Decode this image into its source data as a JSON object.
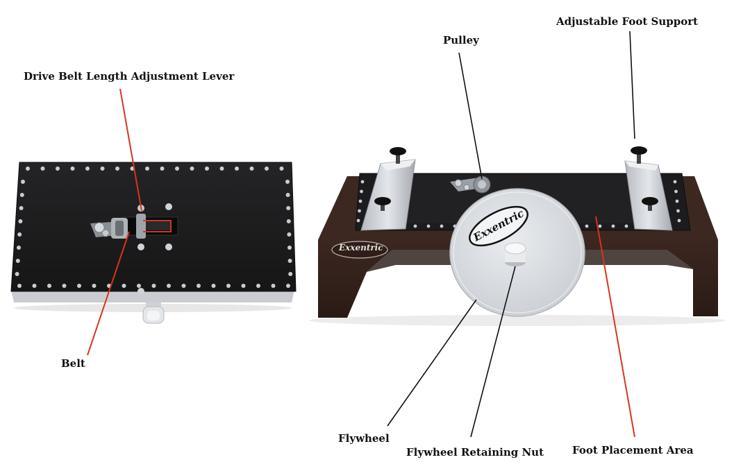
{
  "labels": {
    "drive_belt_lever": "Drive Belt Length Adjustment Lever",
    "belt": "Belt",
    "pulley": "Pulley",
    "adjustable_foot_support": "Adjustable Foot Support",
    "flywheel": "Flywheel",
    "flywheel_retaining_nut": "Flywheel Retaining Nut",
    "foot_placement_area": "Foot Placement Area"
  },
  "brand": {
    "logo_text": "Exxentric"
  },
  "colors": {
    "board_black": "#1b1b1c",
    "frame_brown": "#3a2620",
    "flywheel_silver": "#d9dde2",
    "leader_red": "#d8341c",
    "leader_black": "#111111"
  }
}
